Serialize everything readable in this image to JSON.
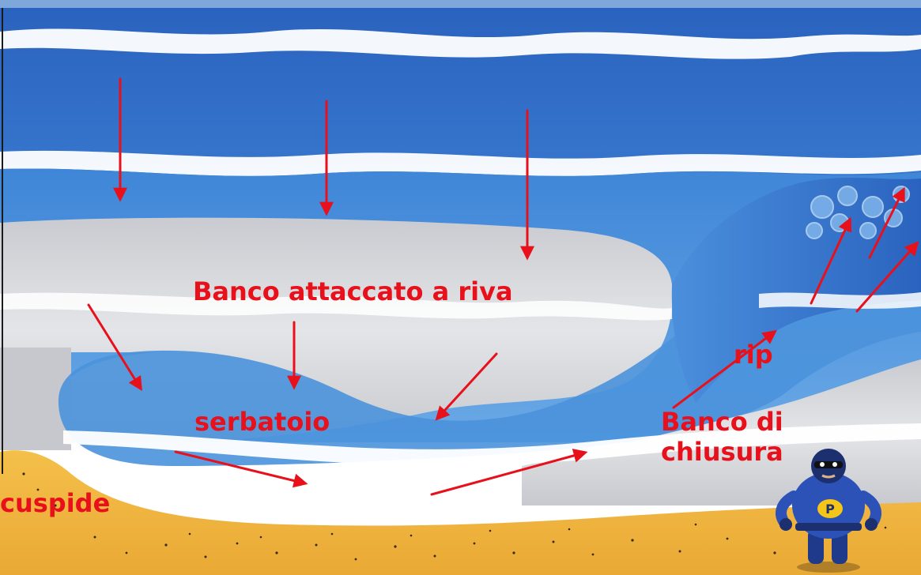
{
  "labels": {
    "banco_attaccato": "Banco attaccato a riva",
    "serbatoio": "serbatoio",
    "cuspide": "cuspide",
    "rip": "rip",
    "banco_di_chiusura_line1": "Banco di",
    "banco_di_chiusura_line2": "chiusura"
  },
  "colors": {
    "label": "#e8101a",
    "arrow": "#e8101a",
    "deep_water": "#2f6fc9",
    "shallow_water": "#5fa2e4",
    "sand_bar": "#cfcfd2",
    "beach": "#f0b844",
    "foam": "#ffffff"
  },
  "icons": {
    "mascot": "superhero-mascot-icon"
  }
}
